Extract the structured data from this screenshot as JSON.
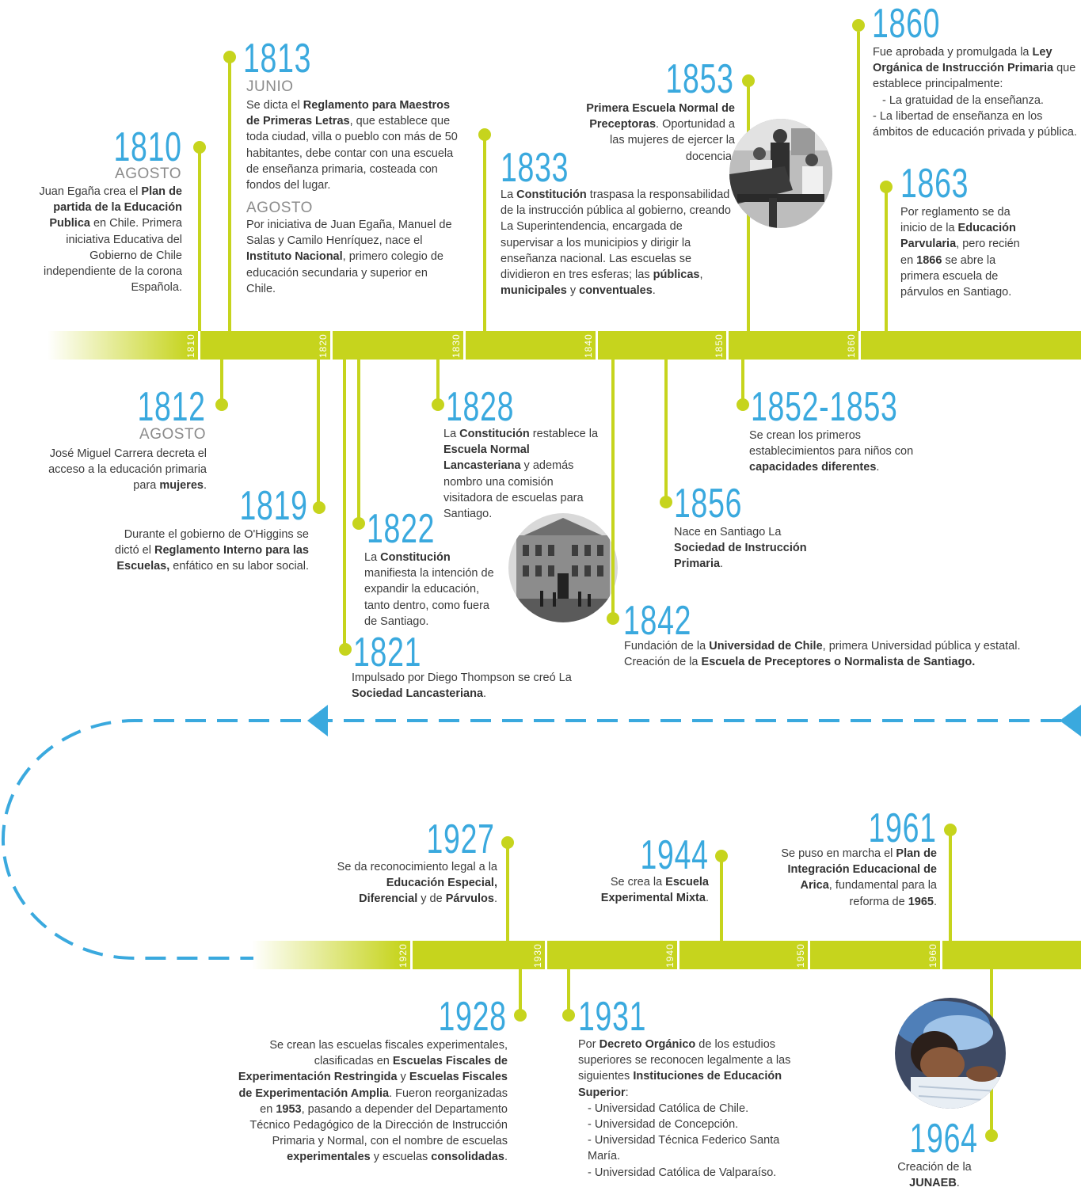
{
  "timeline_top": {
    "decades": [
      "1810",
      "1820",
      "1830",
      "1840",
      "1850",
      "1860"
    ],
    "events": {
      "e1810": {
        "year": "1810",
        "month": "AGOSTO",
        "p1": "Juan Egaña crea el ",
        "b1": "Plan de partida de la Educación Publica",
        "p2": " en Chile. Primera iniciativa Educativa del Gobierno de Chile independiente de la corona Española."
      },
      "e1813": {
        "year": "1813",
        "month1": "JUNIO",
        "p1": "Se dicta el ",
        "b1": "Reglamento para Maestros de Primeras Letras",
        "p2": ", que establece que  toda ciudad, villa o pueblo con más de 50 habitantes, debe contar con una escuela de enseñanza primaria, costeada con fondos del lugar.",
        "month2": "AGOSTO",
        "q1": "Por iniciativa de Juan Egaña, Manuel de Salas y Camilo Henríquez, nace el ",
        "qb1": "Instituto Nacional",
        "q2": ", primero colegio de educación secundaria y superior en Chile."
      },
      "e1833": {
        "year": "1833",
        "p1": "La ",
        "b1": "Constitución",
        "p2": " traspasa la responsabilidad de la instrucción pública al gobierno, creando La Superintendencia, encargada de supervisar a los municipios y dirigir la enseñanza nacional.  Las escuelas se dividieron en tres esferas; las ",
        "b2": "públicas",
        "p3": ", ",
        "b3": "municipales",
        "p4": " y ",
        "b4": "conventuales",
        "p5": "."
      },
      "e1853": {
        "year": "1853",
        "b1": "Primera Escuela Normal de Preceptoras",
        "p1": ". Oportunidad a las mujeres de ejercer la docencia."
      },
      "e1860": {
        "year": "1860",
        "p1": "Fue aprobada y promulgada la ",
        "b1": "Ley Orgánica de Instrucción Primaria",
        "p2": " que establece principalmente:",
        "li1": "- La gratuidad de la enseñanza.",
        "li2": "- La libertad de enseñanza en los ámbitos de educación privada y pública."
      },
      "e1863": {
        "year": "1863",
        "p1": "Por reglamento se da inicio de la ",
        "b1": "Educación Parvularia",
        "p2": ", pero recién en ",
        "b2": "1866",
        "p3": " se abre la primera escuela de párvulos en Santiago."
      },
      "e1812": {
        "year": "1812",
        "month": "AGOSTO",
        "p1": "José Miguel Carrera decreta el acceso a la educación primaria para ",
        "b1": "mujeres",
        "p2": "."
      },
      "e1819": {
        "year": "1819",
        "p1": "Durante el gobierno de O'Higgins se dictó el ",
        "b1": "Reglamento Interno para las Escuelas,",
        "p2": " enfático en su labor social."
      },
      "e1822": {
        "year": "1822",
        "p1": "La ",
        "b1": "Constitución",
        "p2": " manifiesta la intención de expandir la educación, tanto dentro, como fuera de Santiago."
      },
      "e1821": {
        "year": "1821",
        "p1": "Impulsado por Diego Thompson se creó La ",
        "b1": "Sociedad Lancasteriana",
        "p2": "."
      },
      "e1828": {
        "year": "1828",
        "p1": "La ",
        "b1": "Constitución",
        "p2": " restablece la ",
        "b2": "Escuela Normal Lancasteriana",
        "p3": " y además nombro una comisión visitadora de escuelas para Santiago."
      },
      "e1842": {
        "year": "1842",
        "p1": "Fundación de la ",
        "b1": "Universidad de Chile",
        "p2": ", primera Universidad pública y estatal.",
        "p3": "Creación de la ",
        "b2": "Escuela de Preceptores  o Normalista de Santiago."
      },
      "e1856": {
        "year": "1856",
        "p1": "Nace en Santiago La ",
        "b1": "Sociedad de Instrucción Primaria",
        "p2": "."
      },
      "e1852": {
        "year": "1852-1853",
        "p1": "Se crean los primeros establecimientos para niños con ",
        "b1": "capacidades diferentes",
        "p2": "."
      }
    }
  },
  "timeline_bottom": {
    "decades": [
      "1920",
      "1930",
      "1940",
      "1950",
      "1960"
    ],
    "events": {
      "e1927": {
        "year": "1927",
        "p1": "Se da reconocimiento legal a la ",
        "b1": "Educación Especial, Diferencial",
        "p2": " y de ",
        "b2": "Párvulos",
        "p3": "."
      },
      "e1944": {
        "year": "1944",
        "p1": "Se crea la ",
        "b1": "Escuela Experimental Mixta",
        "p2": "."
      },
      "e1961": {
        "year": "1961",
        "p1": "Se puso en marcha el ",
        "b1": "Plan de Integración Educacional de Arica",
        "p2": ", fundamental para la reforma de ",
        "b2": "1965",
        "p3": "."
      },
      "e1928": {
        "year": "1928",
        "p1": "Se crean las escuelas fiscales experimentales, clasificadas en ",
        "b1": "Escuelas Fiscales de Experimentación Restringida",
        "p2": " y ",
        "b2": "Escuelas Fiscales de Experimentación Amplia",
        "p3": ". Fueron reorganizadas en ",
        "b3": "1953",
        "p4": ", pasando a depender del Departamento Técnico Pedagógico de la Dirección de Instrucción Primaria y Normal, con el nombre de escuelas ",
        "b4": "experimentales",
        "p5": " y escuelas ",
        "b5": "consolidadas",
        "p6": "."
      },
      "e1931": {
        "year": "1931",
        "p1": "Por ",
        "b1": "Decreto Orgánico",
        "p2": " de los estudios superiores se reconocen legalmente a las siguientes ",
        "b2": "Instituciones de Educación Superior",
        "p3": ":",
        "li1": "- Universidad Católica de Chile.",
        "li2": "- Universidad de Concepción.",
        "li3": "- Universidad Técnica Federico Santa María.",
        "li4": "- Universidad Católica de Valparaíso."
      },
      "e1964": {
        "year": "1964",
        "p1": "Creación de la ",
        "b1": "JUNAEB",
        "p2": "."
      }
    }
  },
  "colors": {
    "accent": "#c6d41d",
    "year": "#3aa9de",
    "arrow": "#3aa9de"
  }
}
